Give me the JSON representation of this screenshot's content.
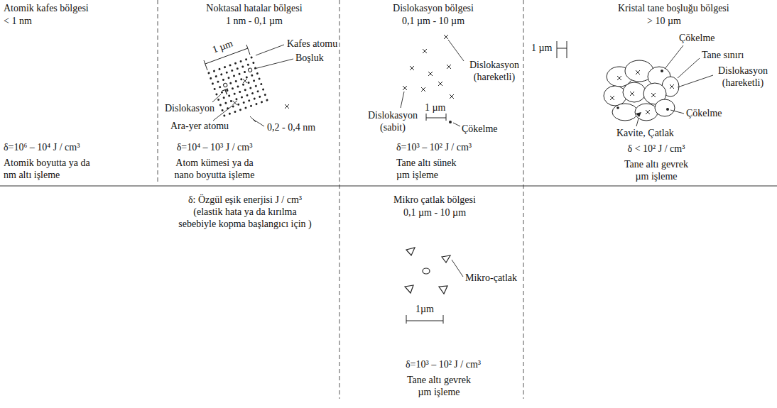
{
  "diagram": {
    "nodes": [
      {
        "text": [
          "Atomik kafes bölgesi",
          "< 1 nm",
          "δ=10⁶ – 10⁴ J / cm³",
          "Atomik boyutta ya da nm altı işleme"
        ]
      },
      {
        "text": [
          "Noktasal hatalar bölgesi",
          "1 nm - 0,1 µm",
          "δ=10⁴ – 10³ J / cm³",
          "Atom kümesi ya da nano boyutta işleme"
        ]
      },
      {
        "text": [
          "Dislokasyon bölgesi",
          "0,1 µm - 10 µm",
          "δ=10³ – 10² J / cm³",
          "Tane altı sünek µm işleme"
        ]
      },
      {
        "text": [
          "Kristal tane boşluğu bölgesi",
          "> 10 µm",
          "δ < 10² J / cm³",
          "Tane altı gevrek µm işleme"
        ]
      },
      {
        "text": [
          "Mikro çatlak bölgesi",
          "0,1 µm - 10 µm",
          "δ=10³ – 10² J / cm³",
          "Tane altı gevrek µm işleme"
        ]
      }
    ],
    "labels": [
      "1 µm",
      "Kafes atomu",
      "Boşluk",
      "Dislokasyon",
      "Ara-yer atomu",
      "0,2 - 0,4 nm",
      "Dislokasyon (hareketli)",
      "Dislokasyon (sabit)",
      "1 µm",
      "Çökelme",
      "1 µm",
      "Çökelme",
      "Tane sınırı",
      "Dislokasyon (hareketli)",
      "Çökelme",
      "Kavite, Çatlak",
      "δ: Özgül eşik enerjisi J / cm³ (elastik hata ya da kırılma sebebiyle kopma başlangıcı için )",
      "Mikro-çatlak",
      "1µm"
    ]
  }
}
